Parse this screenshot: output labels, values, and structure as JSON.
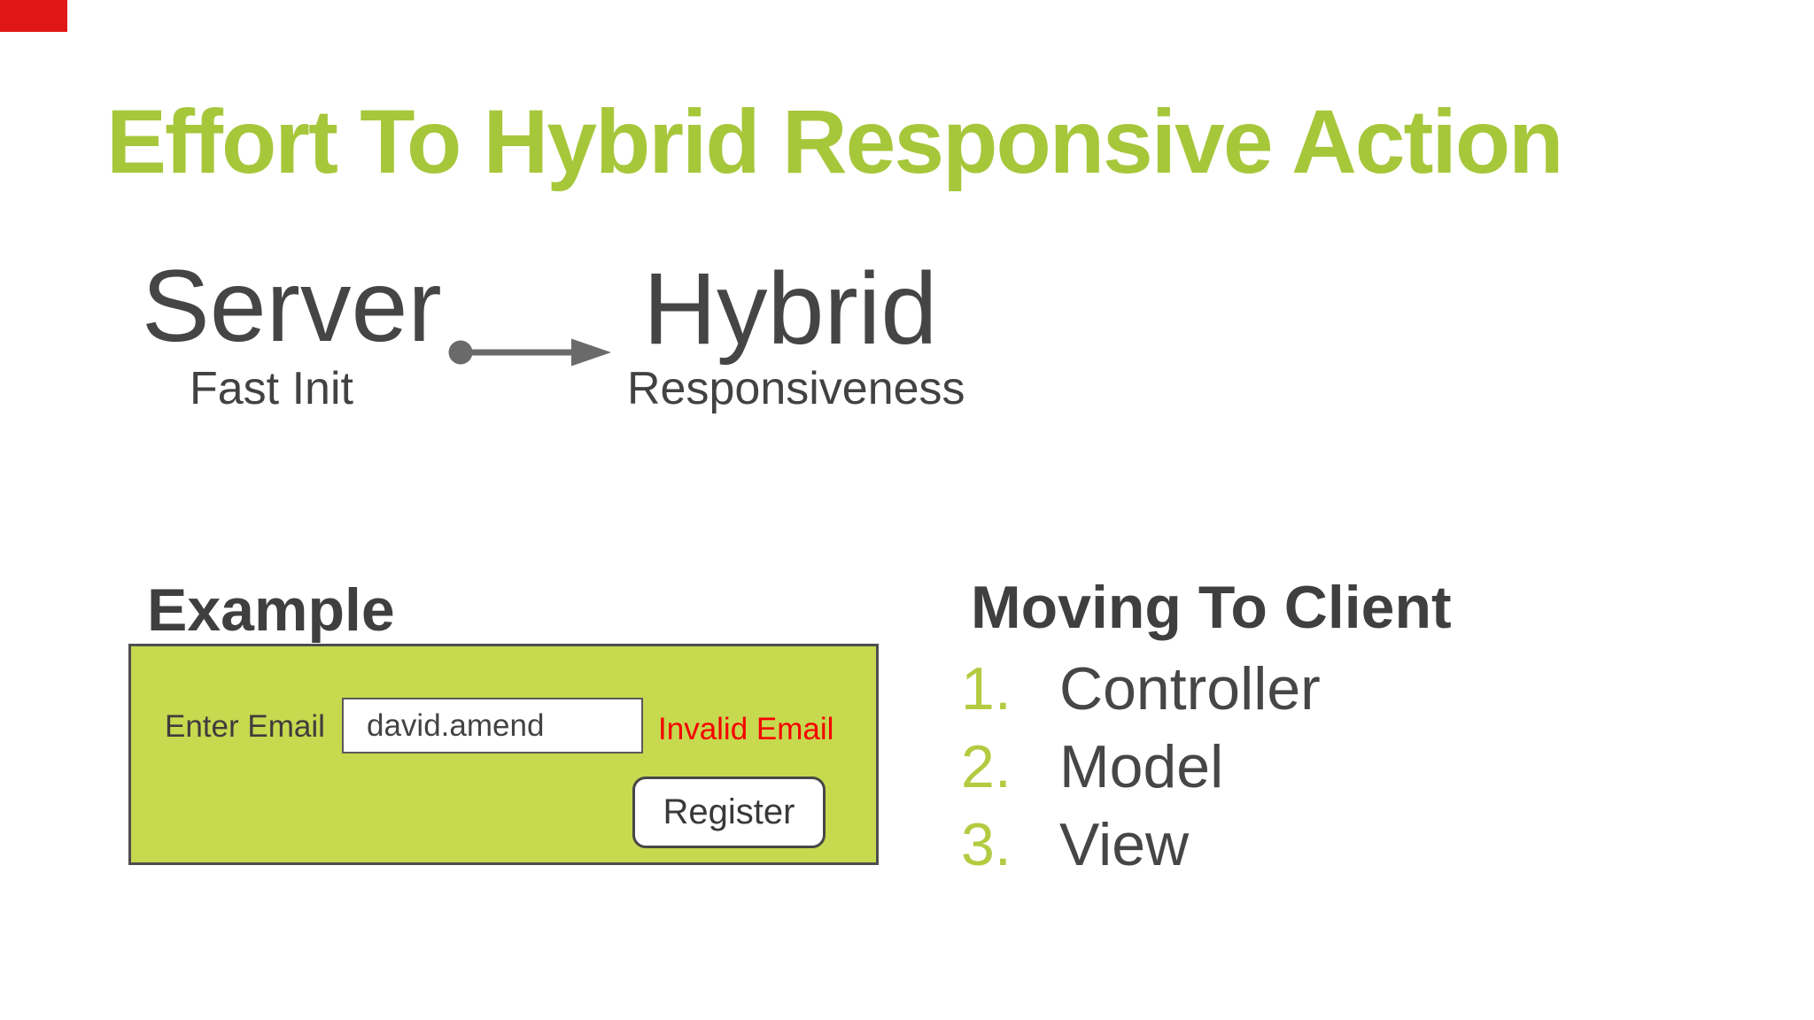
{
  "colors": {
    "accent_green": "#a7c73b",
    "list_number_green": "#b2cb40",
    "panel_green": "#c6d94f",
    "dark_text": "#3f3f3f",
    "mid_gray": "#6a6a6a",
    "error_red": "#f60000",
    "record_red": "#e01717",
    "border_gray": "#4e4e4e"
  },
  "title": {
    "text": "Effort To Hybrid Responsive Action"
  },
  "transition": {
    "from_label": "Server",
    "from_sub": "Fast Init",
    "to_label": "Hybrid",
    "to_sub": "Responsiveness",
    "arrow_icon": "dot-line-arrow-right-icon"
  },
  "example": {
    "heading": "Example",
    "form": {
      "label": "Enter Email",
      "input_value": "david.amend",
      "error": "Invalid Email",
      "button_label": "Register"
    }
  },
  "client_list": {
    "heading": "Moving To Client",
    "items": [
      {
        "num": "1.",
        "label": "Controller"
      },
      {
        "num": "2.",
        "label": "Model"
      },
      {
        "num": "3.",
        "label": "View"
      }
    ]
  }
}
